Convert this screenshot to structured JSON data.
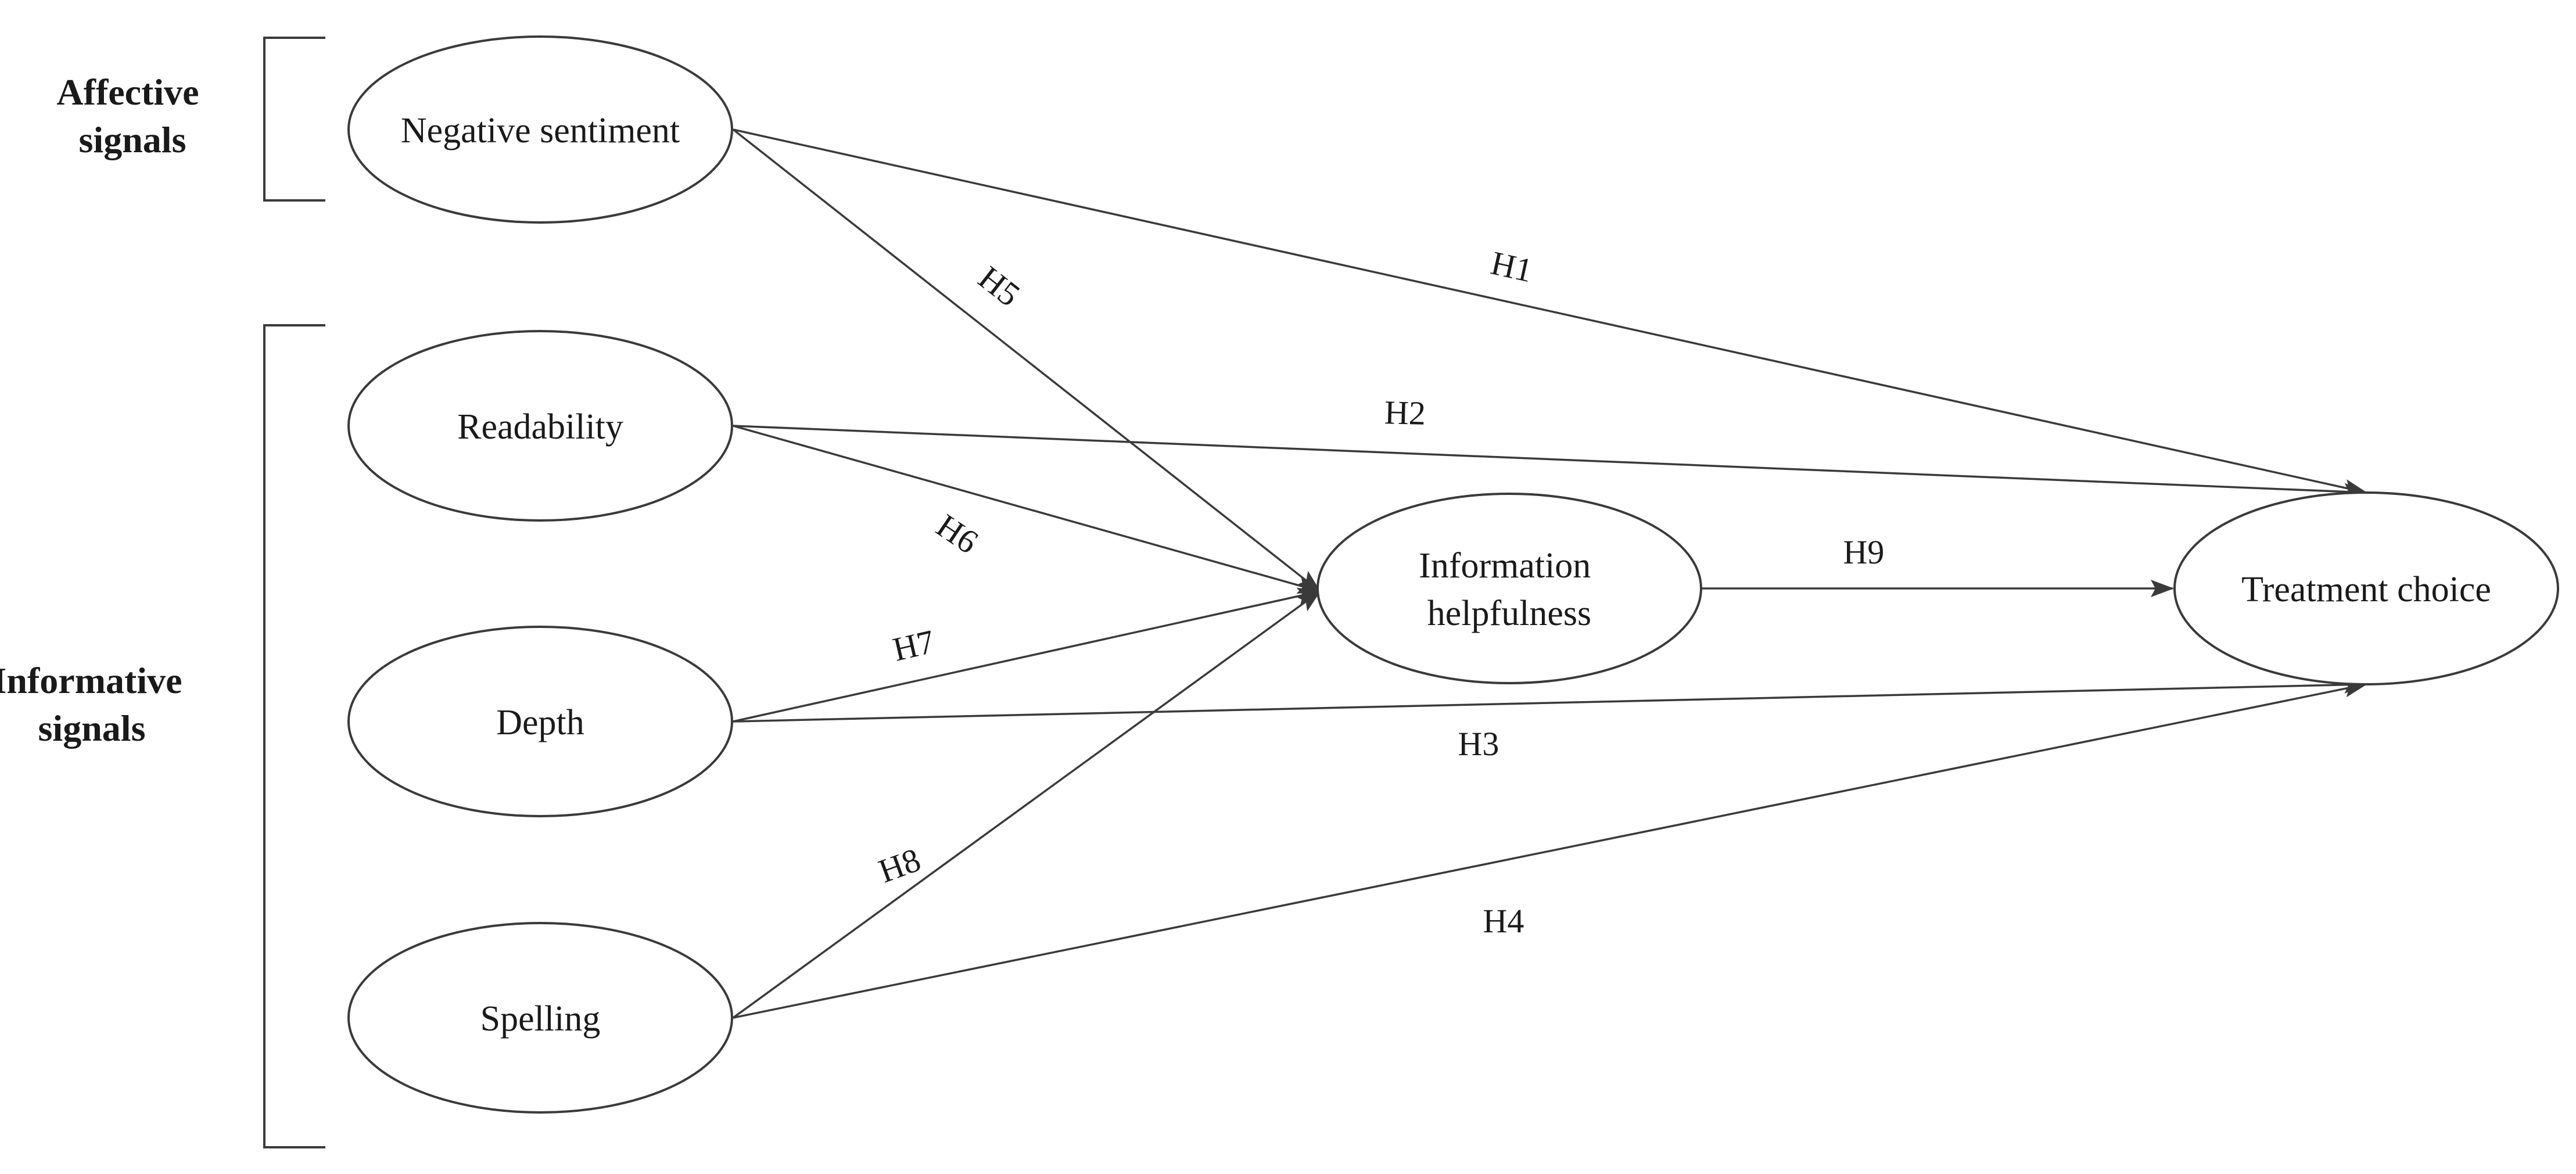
{
  "groups": {
    "affective": {
      "line1": "Affective",
      "line2": "signals"
    },
    "informative": {
      "line1": "Informative",
      "line2": "signals"
    }
  },
  "nodes": {
    "negative_sentiment": {
      "label": "Negative sentiment"
    },
    "readability": {
      "label": "Readability"
    },
    "depth": {
      "label": "Depth"
    },
    "spelling": {
      "label": "Spelling"
    },
    "information_helpfulness": {
      "line1": "Information",
      "line2": "helpfulness"
    },
    "treatment_choice": {
      "label": "Treatment choice"
    }
  },
  "edges": {
    "h1": {
      "label": "H1",
      "from": "Negative sentiment",
      "to": "Treatment choice"
    },
    "h2": {
      "label": "H2",
      "from": "Readability",
      "to": "Treatment choice"
    },
    "h3": {
      "label": "H3",
      "from": "Depth",
      "to": "Treatment choice"
    },
    "h4": {
      "label": "H4",
      "from": "Spelling",
      "to": "Treatment choice"
    },
    "h5": {
      "label": "H5",
      "from": "Negative sentiment",
      "to": "Information helpfulness"
    },
    "h6": {
      "label": "H6",
      "from": "Readability",
      "to": "Information helpfulness"
    },
    "h7": {
      "label": "H7",
      "from": "Depth",
      "to": "Information helpfulness"
    },
    "h8": {
      "label": "H8",
      "from": "Spelling",
      "to": "Information helpfulness"
    },
    "h9": {
      "label": "H9",
      "from": "Information helpfulness",
      "to": "Treatment choice"
    }
  },
  "colors": {
    "stroke": "#3a3a3a",
    "text": "#1a1a1a",
    "background": "#ffffff"
  }
}
